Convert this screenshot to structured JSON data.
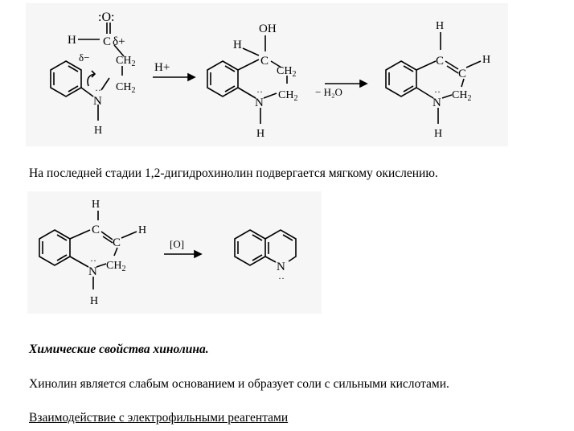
{
  "scheme1": {
    "m1": {
      "o": ":O:",
      "h": "H",
      "c": "C",
      "dplus": "δ+",
      "dminus": "δ−",
      "ch2a": "CH",
      "ch2b": "CH",
      "sub2": "2",
      "n": "N",
      "nh": "H"
    },
    "arrow1": "H+",
    "m2": {
      "oh": "OH",
      "h": "H",
      "c": "C",
      "ch2a": "CH",
      "ch2b": "CH",
      "sub2": "2",
      "n": "N",
      "nh": "H"
    },
    "arrow2": "− H₂O",
    "m3": {
      "h1": "H",
      "c": "C",
      "c2": "C",
      "h2": "H",
      "ch2": "CH",
      "sub2": "2",
      "n": "N",
      "nh": "H"
    }
  },
  "p1": "На последней стадии 1,2-дигидрохинолин подвергается мягкому окислению.",
  "scheme2": {
    "m4": {
      "h1": "H",
      "c": "C",
      "c2": "C",
      "h2": "H",
      "ch2": "CH",
      "sub2": "2",
      "n": "N",
      "nh": "H"
    },
    "arrow": "[O]",
    "m5": {
      "n": "N"
    }
  },
  "heading": "Химические свойства хинолина.",
  "p2": "Хинолин является слабым основанием и образует соли с сильными кислотами.",
  "p3": "Взаимодействие с электрофильными реагентами"
}
